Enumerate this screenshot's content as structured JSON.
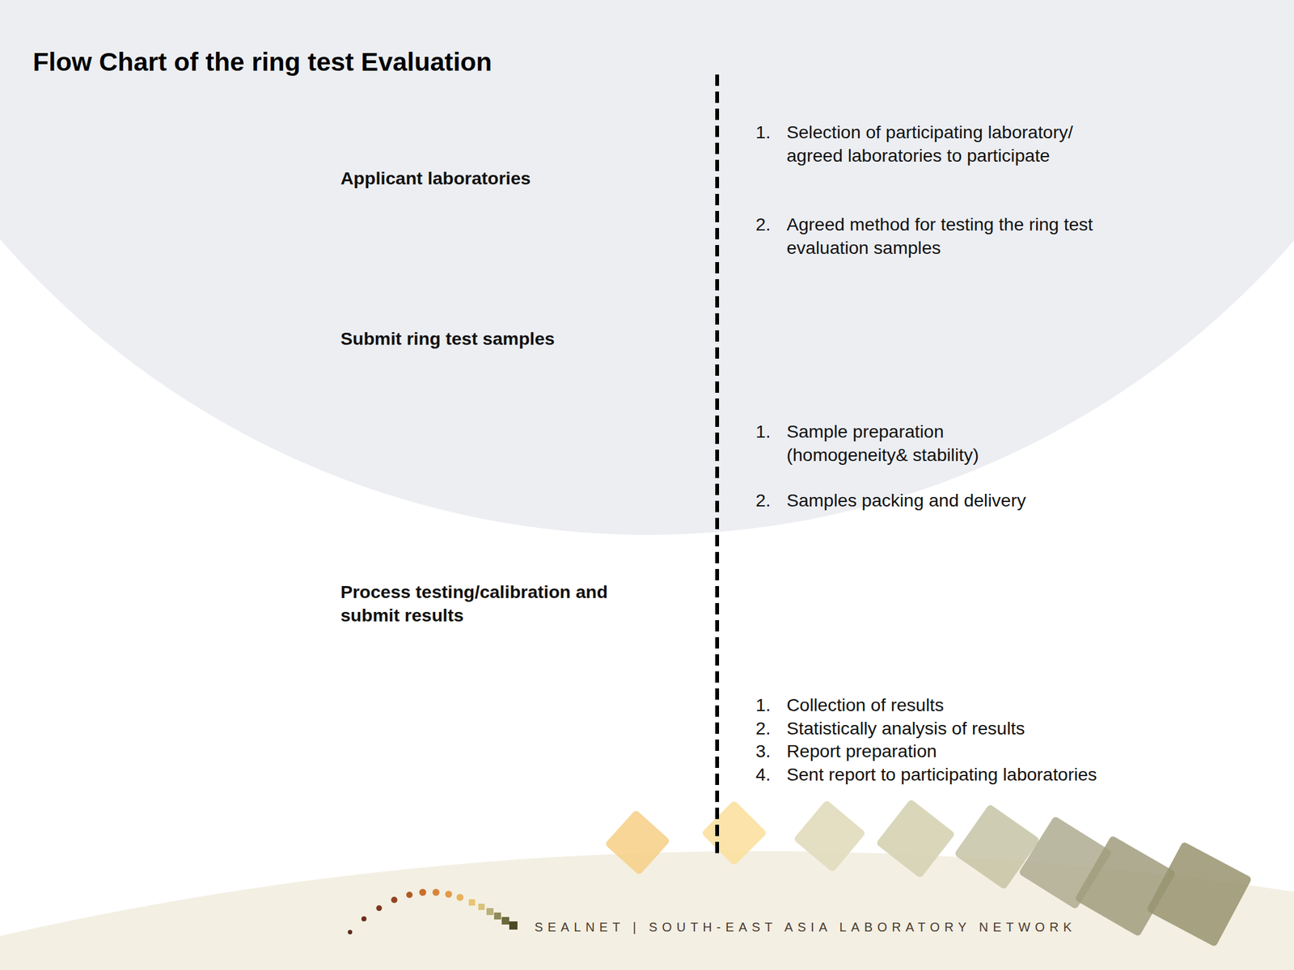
{
  "diagram": {
    "title": "Flow Chart of the ring test Evaluation",
    "labels": [
      "Applicant laboratories",
      "1.",
      "Selection of participating laboratory/ agreed laboratories to participate",
      "2.",
      "Agreed method for testing the ring test evaluation samples",
      "Submit ring test samples",
      "1.",
      "Sample preparation (homogeneity& stability)",
      "2.",
      "Samples packing and delivery",
      "Process testing/calibration and submit results",
      "1.",
      "Collection of results",
      "2.",
      "Statistically analysis of results",
      "3.",
      "Report preparation",
      "4.",
      "Sent report to participating laboratories",
      "SEALNET | SOUTH-EAST ASIA LABORATORY NETWORK"
    ]
  }
}
